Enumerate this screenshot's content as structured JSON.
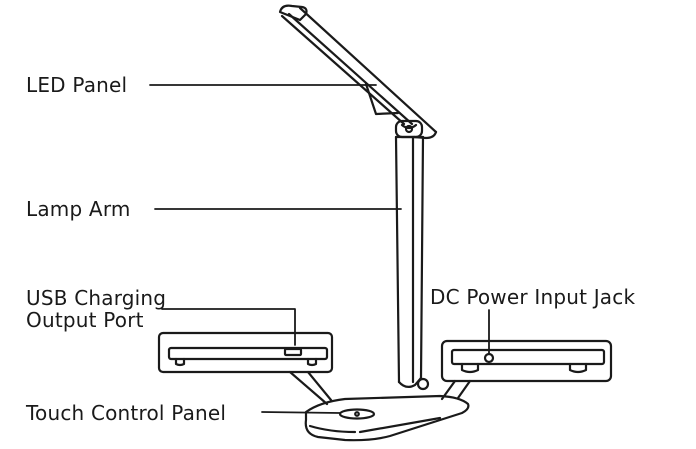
{
  "labels": {
    "led_panel": "LED Panel",
    "lamp_arm": "Lamp Arm",
    "usb_line1": "USB Charging",
    "usb_line2": "Output Port",
    "dc_power": "DC Power Input Jack",
    "touch_panel": "Touch Control Panel"
  },
  "colors": {
    "stroke": "#1a1a1a",
    "background": "#ffffff"
  }
}
